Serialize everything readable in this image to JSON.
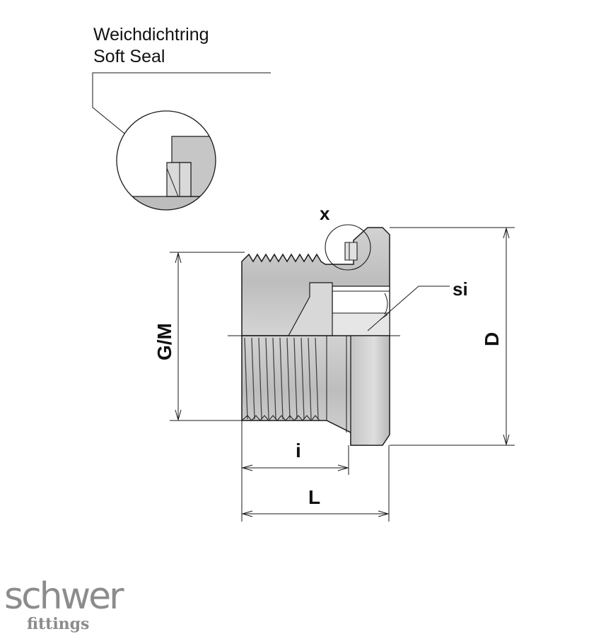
{
  "callout": {
    "line1": "Weichdichtring",
    "line2": "Soft Seal"
  },
  "labels": {
    "detail_marker": "x",
    "hex_socket": "si",
    "thread": "G/M",
    "diameter": "D",
    "thread_length": "i",
    "total_length": "L"
  },
  "logo": {
    "main": "schwer",
    "sub": "fittings"
  },
  "colors": {
    "body_gray": "#c9c9c9",
    "outline": "#1a1a1a",
    "logo_gray": "#8c8c8c"
  }
}
